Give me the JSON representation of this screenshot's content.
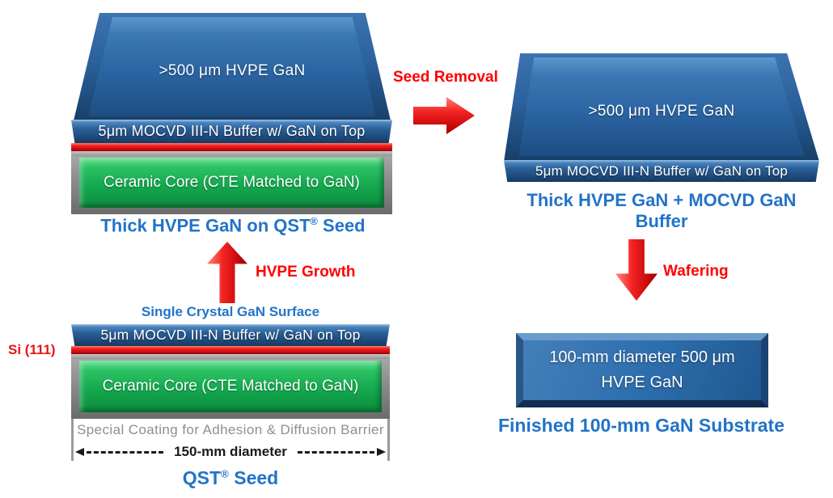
{
  "stages": {
    "top_left": {
      "hvpe": ">500 μm HVPE GaN",
      "buffer": "5μm MOCVD III-N Buffer w/ GaN on Top",
      "core": "Ceramic Core (CTE Matched to GaN)",
      "caption_pre": "Thick HVPE GaN on QST",
      "caption_sup": "®",
      "caption_post": " Seed"
    },
    "top_right": {
      "hvpe": ">500 μm HVPE GaN",
      "buffer": "5μm MOCVD III-N Buffer w/ GaN on Top",
      "caption": "Thick HVPE GaN + MOCVD GaN Buffer"
    },
    "bottom_left": {
      "surface": "Single Crystal GaN Surface",
      "buffer": "5μm MOCVD III-N Buffer w/ GaN on Top",
      "si": "Si (111)",
      "core": "Ceramic Core (CTE Matched to GaN)",
      "coating": "Special Coating for Adhesion & Diffusion Barrier",
      "diameter": "150-mm diameter",
      "caption_pre": "QST",
      "caption_sup": "®",
      "caption_post": " Seed"
    },
    "bottom_right": {
      "slab": "100-mm diameter 500 μm HVPE GaN",
      "caption": "Finished 100-mm GaN Substrate"
    }
  },
  "process_arrows": {
    "seed_removal": "Seed Removal",
    "hvpe_growth": "HVPE Growth",
    "wafering": "Wafering"
  },
  "colors": {
    "caption_blue": "#2273C8",
    "process_red": "#FF0000",
    "wafer_blue": "#2B65A3",
    "buffer_navy": "#1E4A7B",
    "core_green": "#15A94F",
    "frame_gray": "#8A8A8A",
    "si_label_red": "#E81414",
    "coating_text_gray": "#8F8F8F",
    "dimension_black": "#1A1A1A"
  }
}
